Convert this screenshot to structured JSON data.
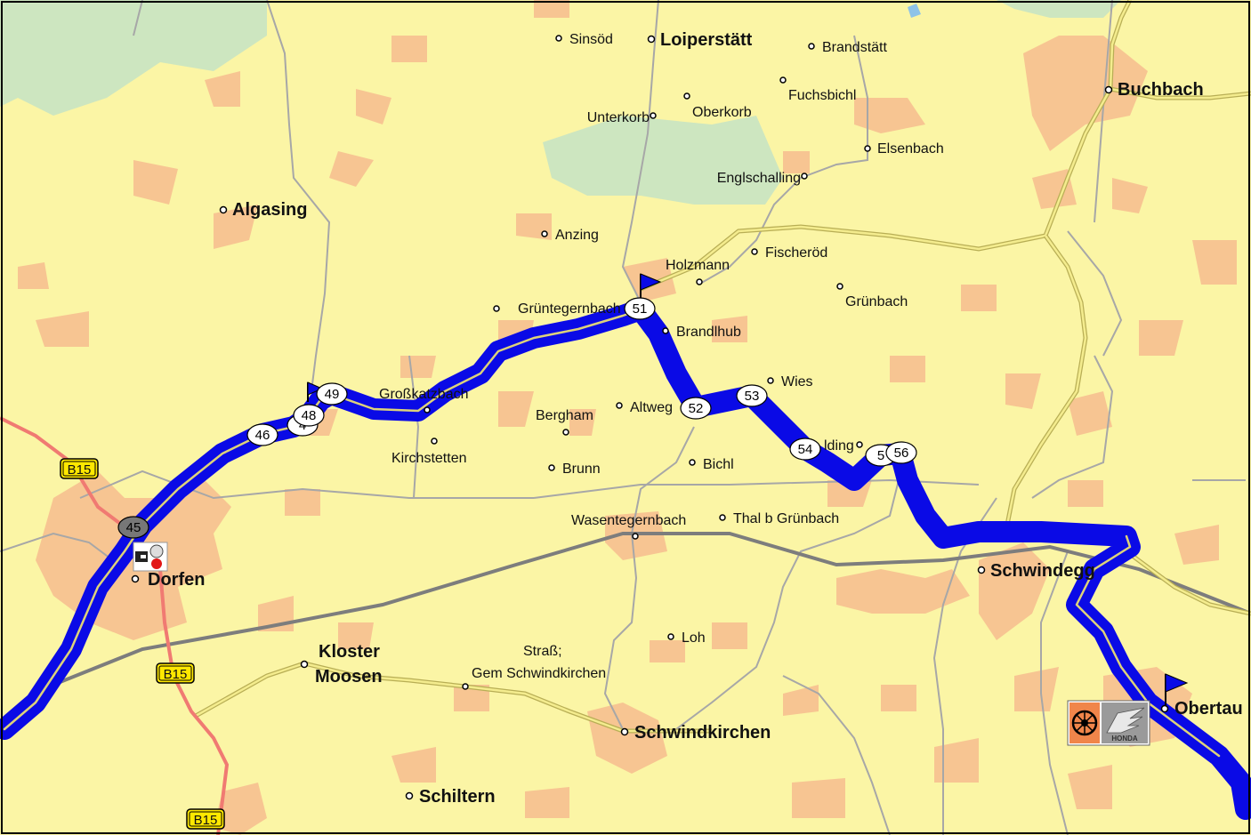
{
  "colors": {
    "background": "#fbf5a5",
    "settlement": "#f7c592",
    "forest": "#cde6c0",
    "route": "#0a0ae6",
    "route_center": "#ddd27a",
    "main_road": "#f07a72",
    "minor_road": "#a7a7a7",
    "railway": "#7d7d7d",
    "road_sign": "#ffe800",
    "waypoint_grey": "#777777"
  },
  "places": [
    {
      "name": "Sinsöd",
      "size": "small"
    },
    {
      "name": "Loiperstätt",
      "size": "large"
    },
    {
      "name": "Brandstätt",
      "size": "small"
    },
    {
      "name": "Buchbach",
      "size": "large"
    },
    {
      "name": "Fuchsbichl",
      "size": "small"
    },
    {
      "name": "Unterkorb",
      "size": "small"
    },
    {
      "name": "Oberkorb",
      "size": "small"
    },
    {
      "name": "Elsenbach",
      "size": "small"
    },
    {
      "name": "Englschalling",
      "size": "small"
    },
    {
      "name": "Algasing",
      "size": "large"
    },
    {
      "name": "Anzing",
      "size": "small"
    },
    {
      "name": "Fischeröd",
      "size": "small"
    },
    {
      "name": "Holzmann",
      "size": "small"
    },
    {
      "name": "Grünbach",
      "size": "small"
    },
    {
      "name": "Grüntegernbach",
      "size": "small"
    },
    {
      "name": "Brandlhub",
      "size": "small"
    },
    {
      "name": "Wies",
      "size": "small"
    },
    {
      "name": "Großkatzbach",
      "size": "small"
    },
    {
      "name": "Altweg",
      "size": "small"
    },
    {
      "name": "Bergham",
      "size": "small"
    },
    {
      "name": "lding",
      "size": "small"
    },
    {
      "name": "Kirchstetten",
      "size": "small"
    },
    {
      "name": "Bichl",
      "size": "small"
    },
    {
      "name": "Brunn",
      "size": "small"
    },
    {
      "name": "Wasentegernbach",
      "size": "small"
    },
    {
      "name": "Thal b Grünbach",
      "size": "small"
    },
    {
      "name": "Schwindegg",
      "size": "large"
    },
    {
      "name": "Dorfen",
      "size": "large"
    },
    {
      "name": "Loh",
      "size": "small"
    },
    {
      "name": "Kloster",
      "size": "large"
    },
    {
      "name": "Moosen",
      "size": "large"
    },
    {
      "name": "Straß;",
      "size": "small"
    },
    {
      "name": "Gem Schwindkirchen",
      "size": "small"
    },
    {
      "name": "Schwindkirchen",
      "size": "large"
    },
    {
      "name": "Obertau",
      "size": "large"
    },
    {
      "name": "Schiltern",
      "size": "large"
    }
  ],
  "road_signs": [
    "B15",
    "B15",
    "B15"
  ],
  "waypoints": [
    "45",
    "46",
    "4",
    "48",
    "49",
    "51",
    "52",
    "53",
    "54",
    "5",
    "56"
  ],
  "poi_icons": [
    "motorcycle-dealer-icon",
    "honda-logo-icon"
  ],
  "honda_brand": "HONDA",
  "flags": [
    "flag-icon",
    "flag-icon",
    "flag-icon"
  ]
}
